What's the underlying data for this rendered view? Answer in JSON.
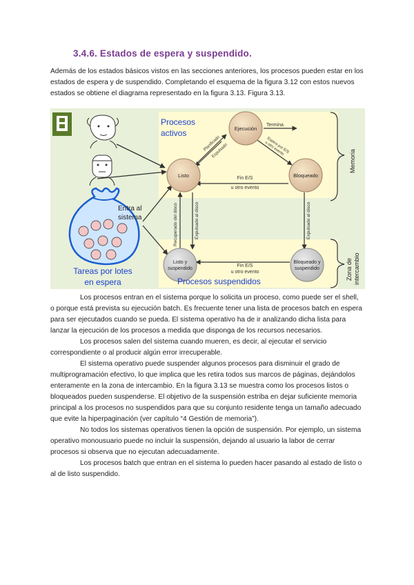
{
  "heading": "3.4.6. Estados de espera y suspendido.",
  "intro": "Además de los estados básicos vistos en las secciones anteriores, los procesos pueden estar en los estados de espera y de suspendido. Completando el esquema de la figura 3.12 con estos nuevos estados se obtiene el diagrama representado en la figura 3.13. Figura 3.13.",
  "figure": {
    "active_label_1": "Procesos",
    "active_label_2": "activos",
    "suspended_label": "Procesos suspendidos",
    "batch_label_1": "Tareas por lotes",
    "batch_label_2": "en espera",
    "entry_label_1": "Entra al",
    "entry_label_2": "sistema",
    "states": {
      "listo": "Listo",
      "ejecucion": "Ejecución",
      "bloqueado": "Bloqueado",
      "listo_susp_1": "Listo y",
      "listo_susp_2": "suspendido",
      "bloq_susp_1": "Bloqueado y",
      "bloq_susp_2": "suspendido"
    },
    "transitions": {
      "termina": "Termina",
      "planificado": "Planificado",
      "expulsado": "Expulsado",
      "espera_1": "Espera por E/S",
      "espera_2": "u otro evento",
      "fin_es": "Fin E/S",
      "otro_evento": "u otro evento",
      "recuperado": "Recuperado del disco",
      "expulsado_disco": "Expulsado al disco"
    },
    "memoria": "Memoria",
    "zona_1": "Zona de",
    "zona_2": "intercambio"
  },
  "paragraphs": [
    "Los procesos entran en el sistema porque lo solicita un proceso, como puede ser el shell, o porque está prevista su ejecución batch. Es frecuente tener una lista de procesos batch en espera para ser ejecutados cuando se pueda. El sistema operativo ha de ir analizando dicha lista para lanzar la ejecución de los procesos a medida que disponga de los recursos necesarios.",
    "Los procesos salen del sistema cuando mueren, es decir, al ejecutar el servicio correspondiente o al producir algún error irrecuperable.",
    "El sistema operativo puede suspender algunos procesos para disminuir el grado de multiprogramación efectivo, lo que implica que les retira todos sus marcos de páginas, dejándolos enteramente en la zona de intercambio. En la figura 3.13 se muestra como los procesos listos o bloqueados pueden suspenderse. El objetivo de la suspensión estriba en dejar suficiente memoria principal a los procesos no suspendidos para que su conjunto residente tenga un tamaño adecuado que evite la hiperpaginación (ver capítulo “4 Gestión de memoria”).",
    "No todos los sistemas operativos tienen la opción de suspensión. Por ejemplo, un sistema operativo monousuario puede no incluir la suspensión, dejando al usuario la labor de cerrar procesos si observa que no ejecutan adecuadamente.",
    "Los procesos batch que entran en el sistema lo pueden hacer pasando al estado de listo o al de listo suspendido."
  ]
}
